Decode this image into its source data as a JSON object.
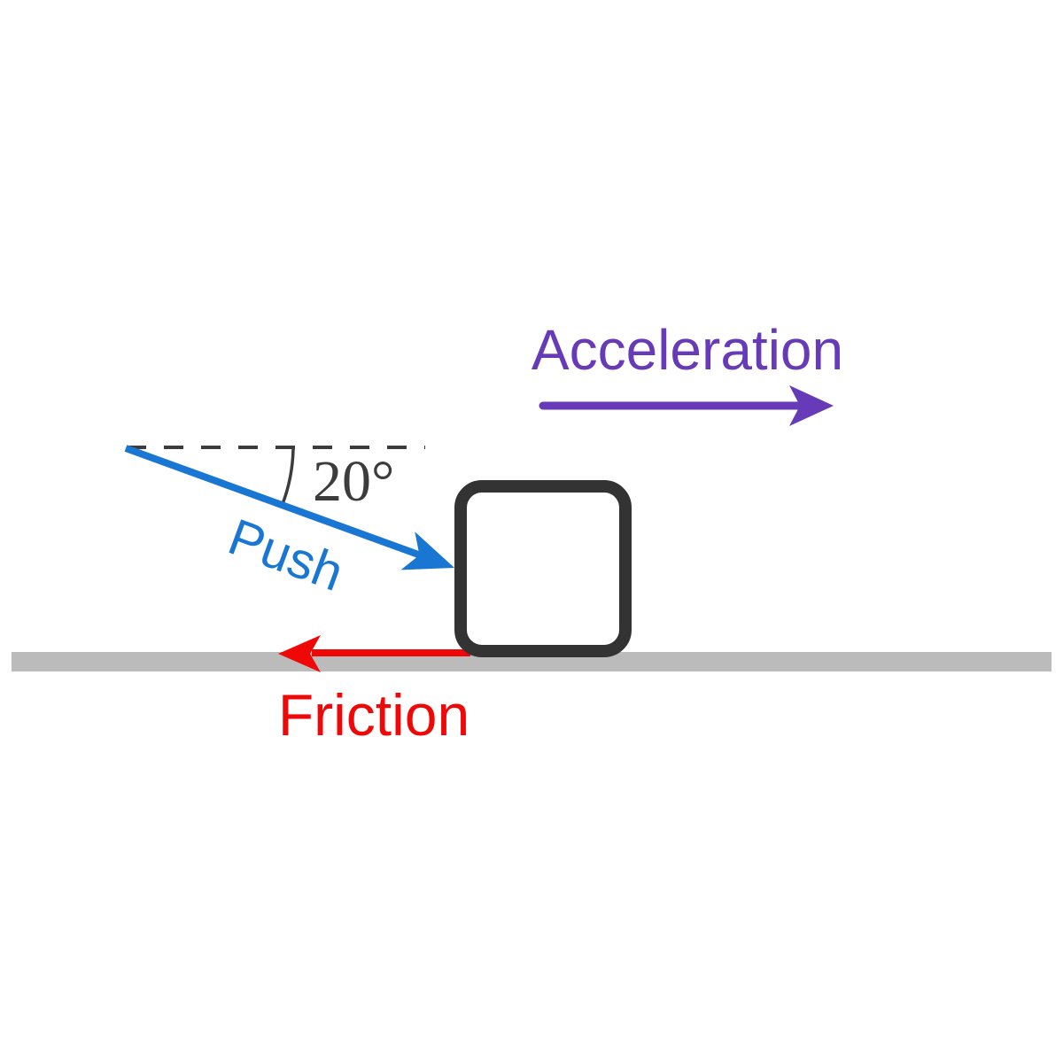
{
  "diagram": {
    "labels": {
      "acceleration": "Acceleration",
      "push": "Push",
      "friction": "Friction",
      "angle": "20°"
    },
    "angle_degrees": 20,
    "colors": {
      "acceleration": "#673AB7",
      "push": "#1976D2",
      "friction": "#EE0808",
      "block_border": "#333333",
      "block_fill": "#FFFFFF",
      "ground": "#BBBBBB",
      "annotation": "#3C3C3C",
      "background": "#FFFFFF"
    }
  }
}
